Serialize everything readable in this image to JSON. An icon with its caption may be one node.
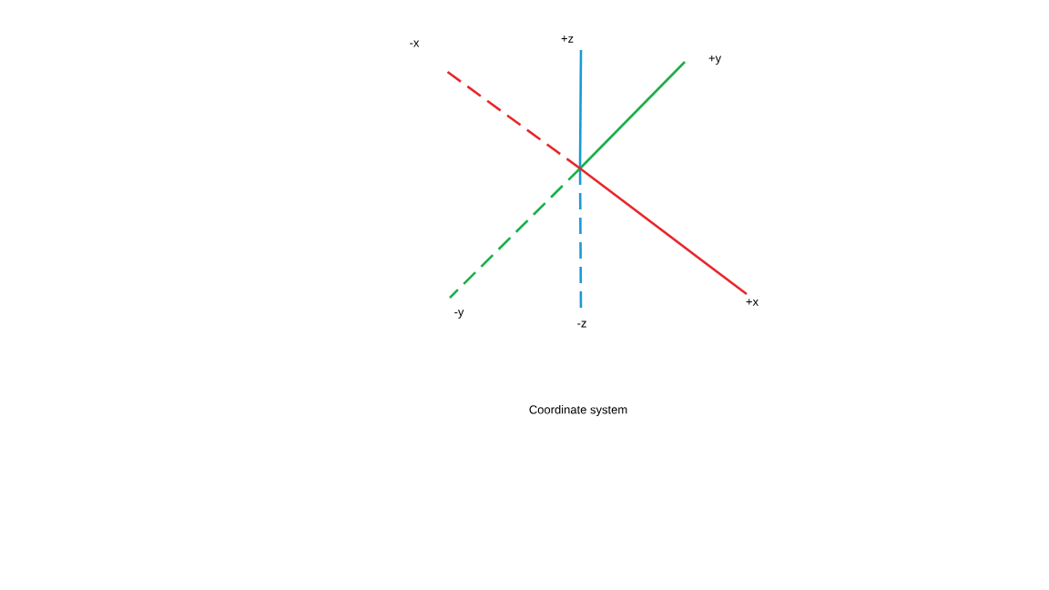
{
  "diagram": {
    "caption": "Coordinate system",
    "labels": [
      "+z",
      "-x",
      "+y",
      "+x",
      "-y",
      "-z"
    ]
  }
}
